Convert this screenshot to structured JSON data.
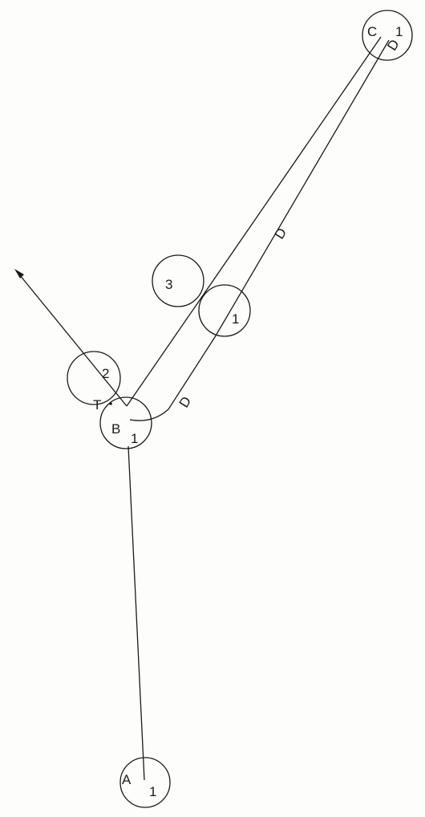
{
  "diagram": {
    "balls": [
      {
        "id": "A",
        "number": "1"
      },
      {
        "id": "B",
        "number": "1"
      },
      {
        "id": "C",
        "number": "1"
      },
      {
        "id": "1-mid",
        "number": "1"
      },
      {
        "id": "2",
        "number": "2"
      },
      {
        "id": "3",
        "number": "3"
      }
    ],
    "points": {
      "A": "A",
      "B": "B",
      "C": "C",
      "T": "T"
    },
    "distance_labels": {
      "path_end": "D",
      "path_middle": "D",
      "path_curve": "D"
    }
  }
}
